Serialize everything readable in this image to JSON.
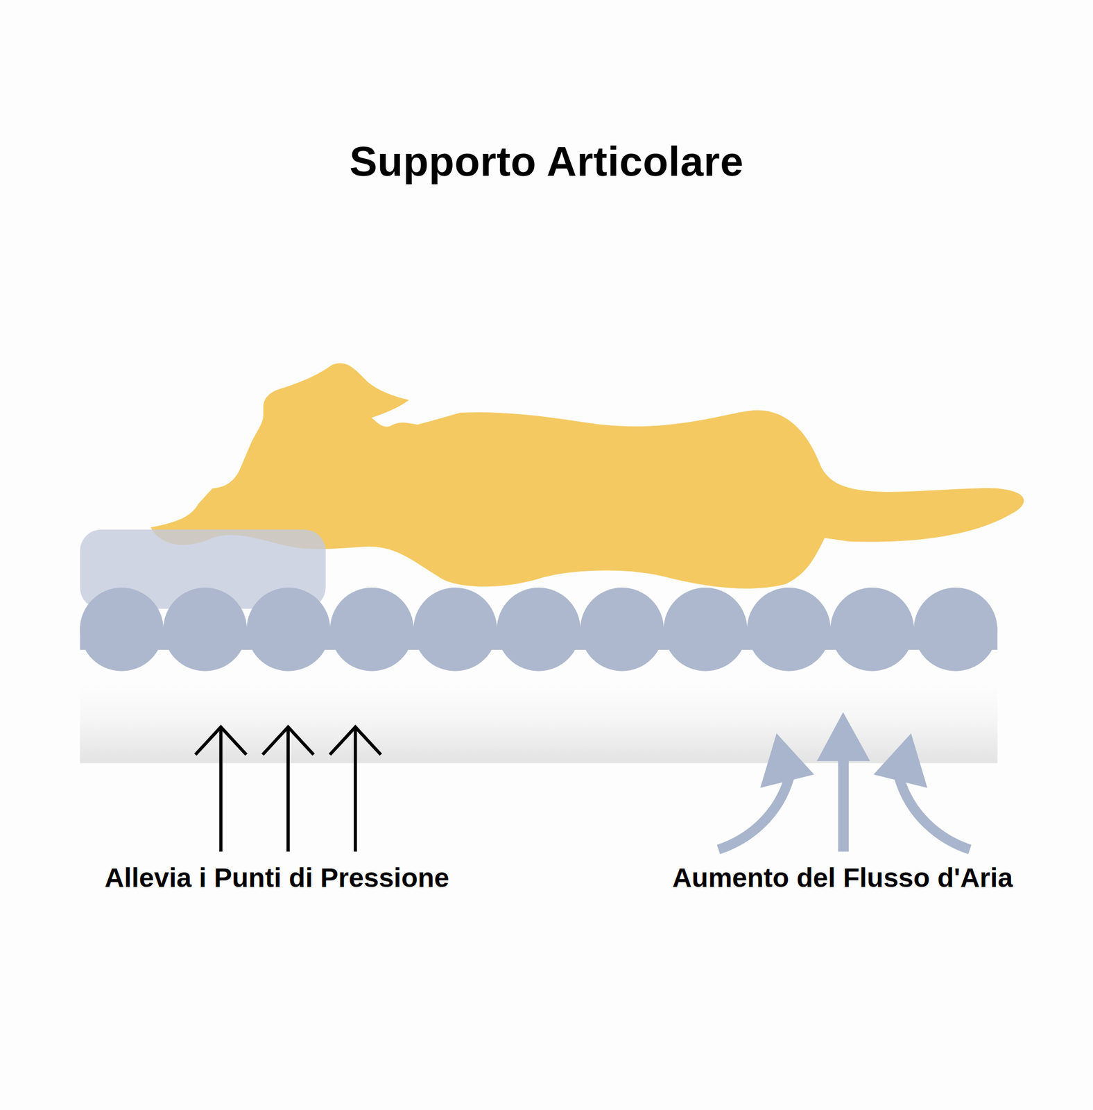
{
  "diagram": {
    "title": "Supporto Articolare",
    "labels": [
      "Allevia i Punti di Pressione",
      "Aumento del Flusso d'Aria"
    ]
  }
}
